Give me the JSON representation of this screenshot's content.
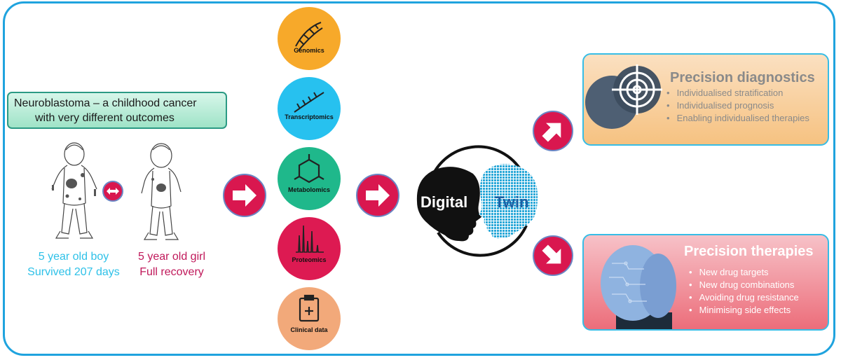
{
  "title_box": {
    "line1": "Neuroblastoma – a childhood cancer",
    "line2": "with very different outcomes"
  },
  "patients": [
    {
      "line1": "5 year old boy",
      "line2": "Survived 207 days",
      "color": "#2ec1e8"
    },
    {
      "line1": "5 year old girl",
      "line2": "Full recovery",
      "color": "#c0185a"
    }
  ],
  "omics": [
    {
      "label": "Genomics",
      "color": "#f7a92a",
      "icon": "dna-helix-icon"
    },
    {
      "label": "Transcriptomics",
      "color": "#27c1ef",
      "icon": "rna-strand-icon"
    },
    {
      "label": "Metabolomics",
      "color": "#1fb88b",
      "icon": "molecule-ring-icon"
    },
    {
      "label": "Proteomics",
      "color": "#dd1a52",
      "icon": "mass-spectrum-icon"
    },
    {
      "label": "Clinical data",
      "color": "#f2a97a",
      "icon": "clipboard-icon"
    }
  ],
  "digital_twin": {
    "word1": "Digital",
    "word2": "Twin",
    "word1_color": "#ffffff",
    "word2_color": "#1c5fa3"
  },
  "diagnostics": {
    "title": "Precision diagnostics",
    "items": [
      "Individualised stratification",
      "Individualised prognosis",
      "Enabling individualised therapies"
    ]
  },
  "therapies": {
    "title": "Precision therapies",
    "items": [
      "New drug targets",
      "New drug combinations",
      "Avoiding drug resistance",
      "Minimising side effects"
    ]
  },
  "colors": {
    "frame": "#1fa3de",
    "arrow": "#d9174f",
    "arrow_border": "#6a86c4"
  }
}
